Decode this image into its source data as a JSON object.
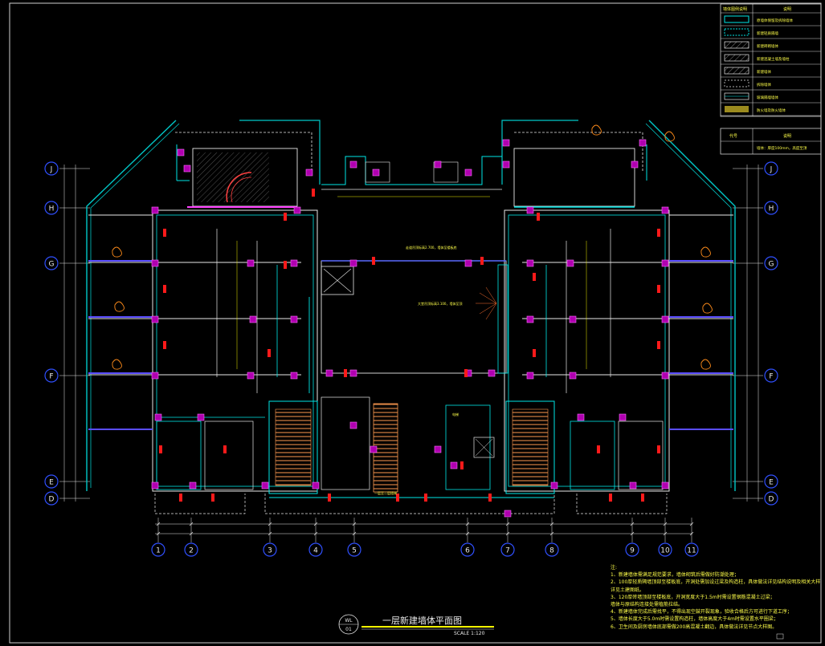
{
  "drawing": {
    "title": "一层新建墙体平面图",
    "scale": "SCALE 1:120",
    "sheet_code_top": "WL",
    "sheet_code_bottom": "01"
  },
  "axes": {
    "rows": [
      "J",
      "H",
      "G",
      "F",
      "E",
      "D"
    ],
    "columns": [
      "1",
      "2",
      "3",
      "4",
      "5",
      "6",
      "7",
      "8",
      "9",
      "10",
      "11"
    ]
  },
  "legend": {
    "header_left": "墙体图例说明",
    "header_right": "说明",
    "items": [
      {
        "swatch": "cyan-box",
        "label": "原墙体保留及拆除墙体"
      },
      {
        "swatch": "dashed-cyan",
        "label": "新建轻质隔墙"
      },
      {
        "swatch": "hatch-a",
        "label": "新建砖砌墙体"
      },
      {
        "swatch": "hatch-b",
        "label": "新建混凝土墙及墙柱"
      },
      {
        "swatch": "hatch-c",
        "label": "新建墙体"
      },
      {
        "swatch": "dashed-white",
        "label": "拆除墙体"
      },
      {
        "swatch": "double-line",
        "label": "玻璃隔墙墙体"
      },
      {
        "swatch": "olive-fill",
        "label": "防火墙及防火墙体"
      }
    ]
  },
  "code_table": {
    "header_left": "代号",
    "header_right": "说明",
    "row_text": "墙体：厚度100mm，高度至顶"
  },
  "notes": {
    "title": "注:",
    "lines": [
      "1、新建墙体需满足规范要求，墙体砌筑后需做好防潮处理；",
      "2、100厚轻质隔墙顶部至楼板底，开洞处需加设过梁及构造柱，具体做法详见结构说明及相关大样；",
      "详见土建图纸。",
      "3、120厚砖墙顶部至楼板底，开洞宽度大于1.5m时需设置钢筋混凝土过梁；",
      "墙体与原结构连接处需植筋拉结。",
      "4、新建墙体完成后需找平，不得出现空鼓开裂现象，验收合格后方可进行下道工序；",
      "5、墙体长度大于5.0m时需设置构造柱，墙体高度大于4m时需设置水平圈梁；",
      "6、卫生间及厨房墙体底部需做200高混凝土翻边，具体做法详见节点大样图。"
    ]
  },
  "annotations": {
    "stair_label": "一层至二层楼梯",
    "lift_label": "电梯",
    "corridor_label": "走道吊顶标高2.700，墙体至楼板底",
    "lobby_label": "大堂吊顶标高3.100，墙体至顶"
  },
  "colors": {
    "background": "#000000",
    "wall_cyan": "#00e6e6",
    "wall_white": "#e8e8e8",
    "dim_yellow": "#f0f000",
    "column_magenta": "#c000c0",
    "red_door": "#ff2020",
    "blue_dim": "#3a4aff",
    "orange_plant": "#ff8c1a",
    "axis_blue": "#2040ff",
    "olive": "#9b8a1e"
  }
}
